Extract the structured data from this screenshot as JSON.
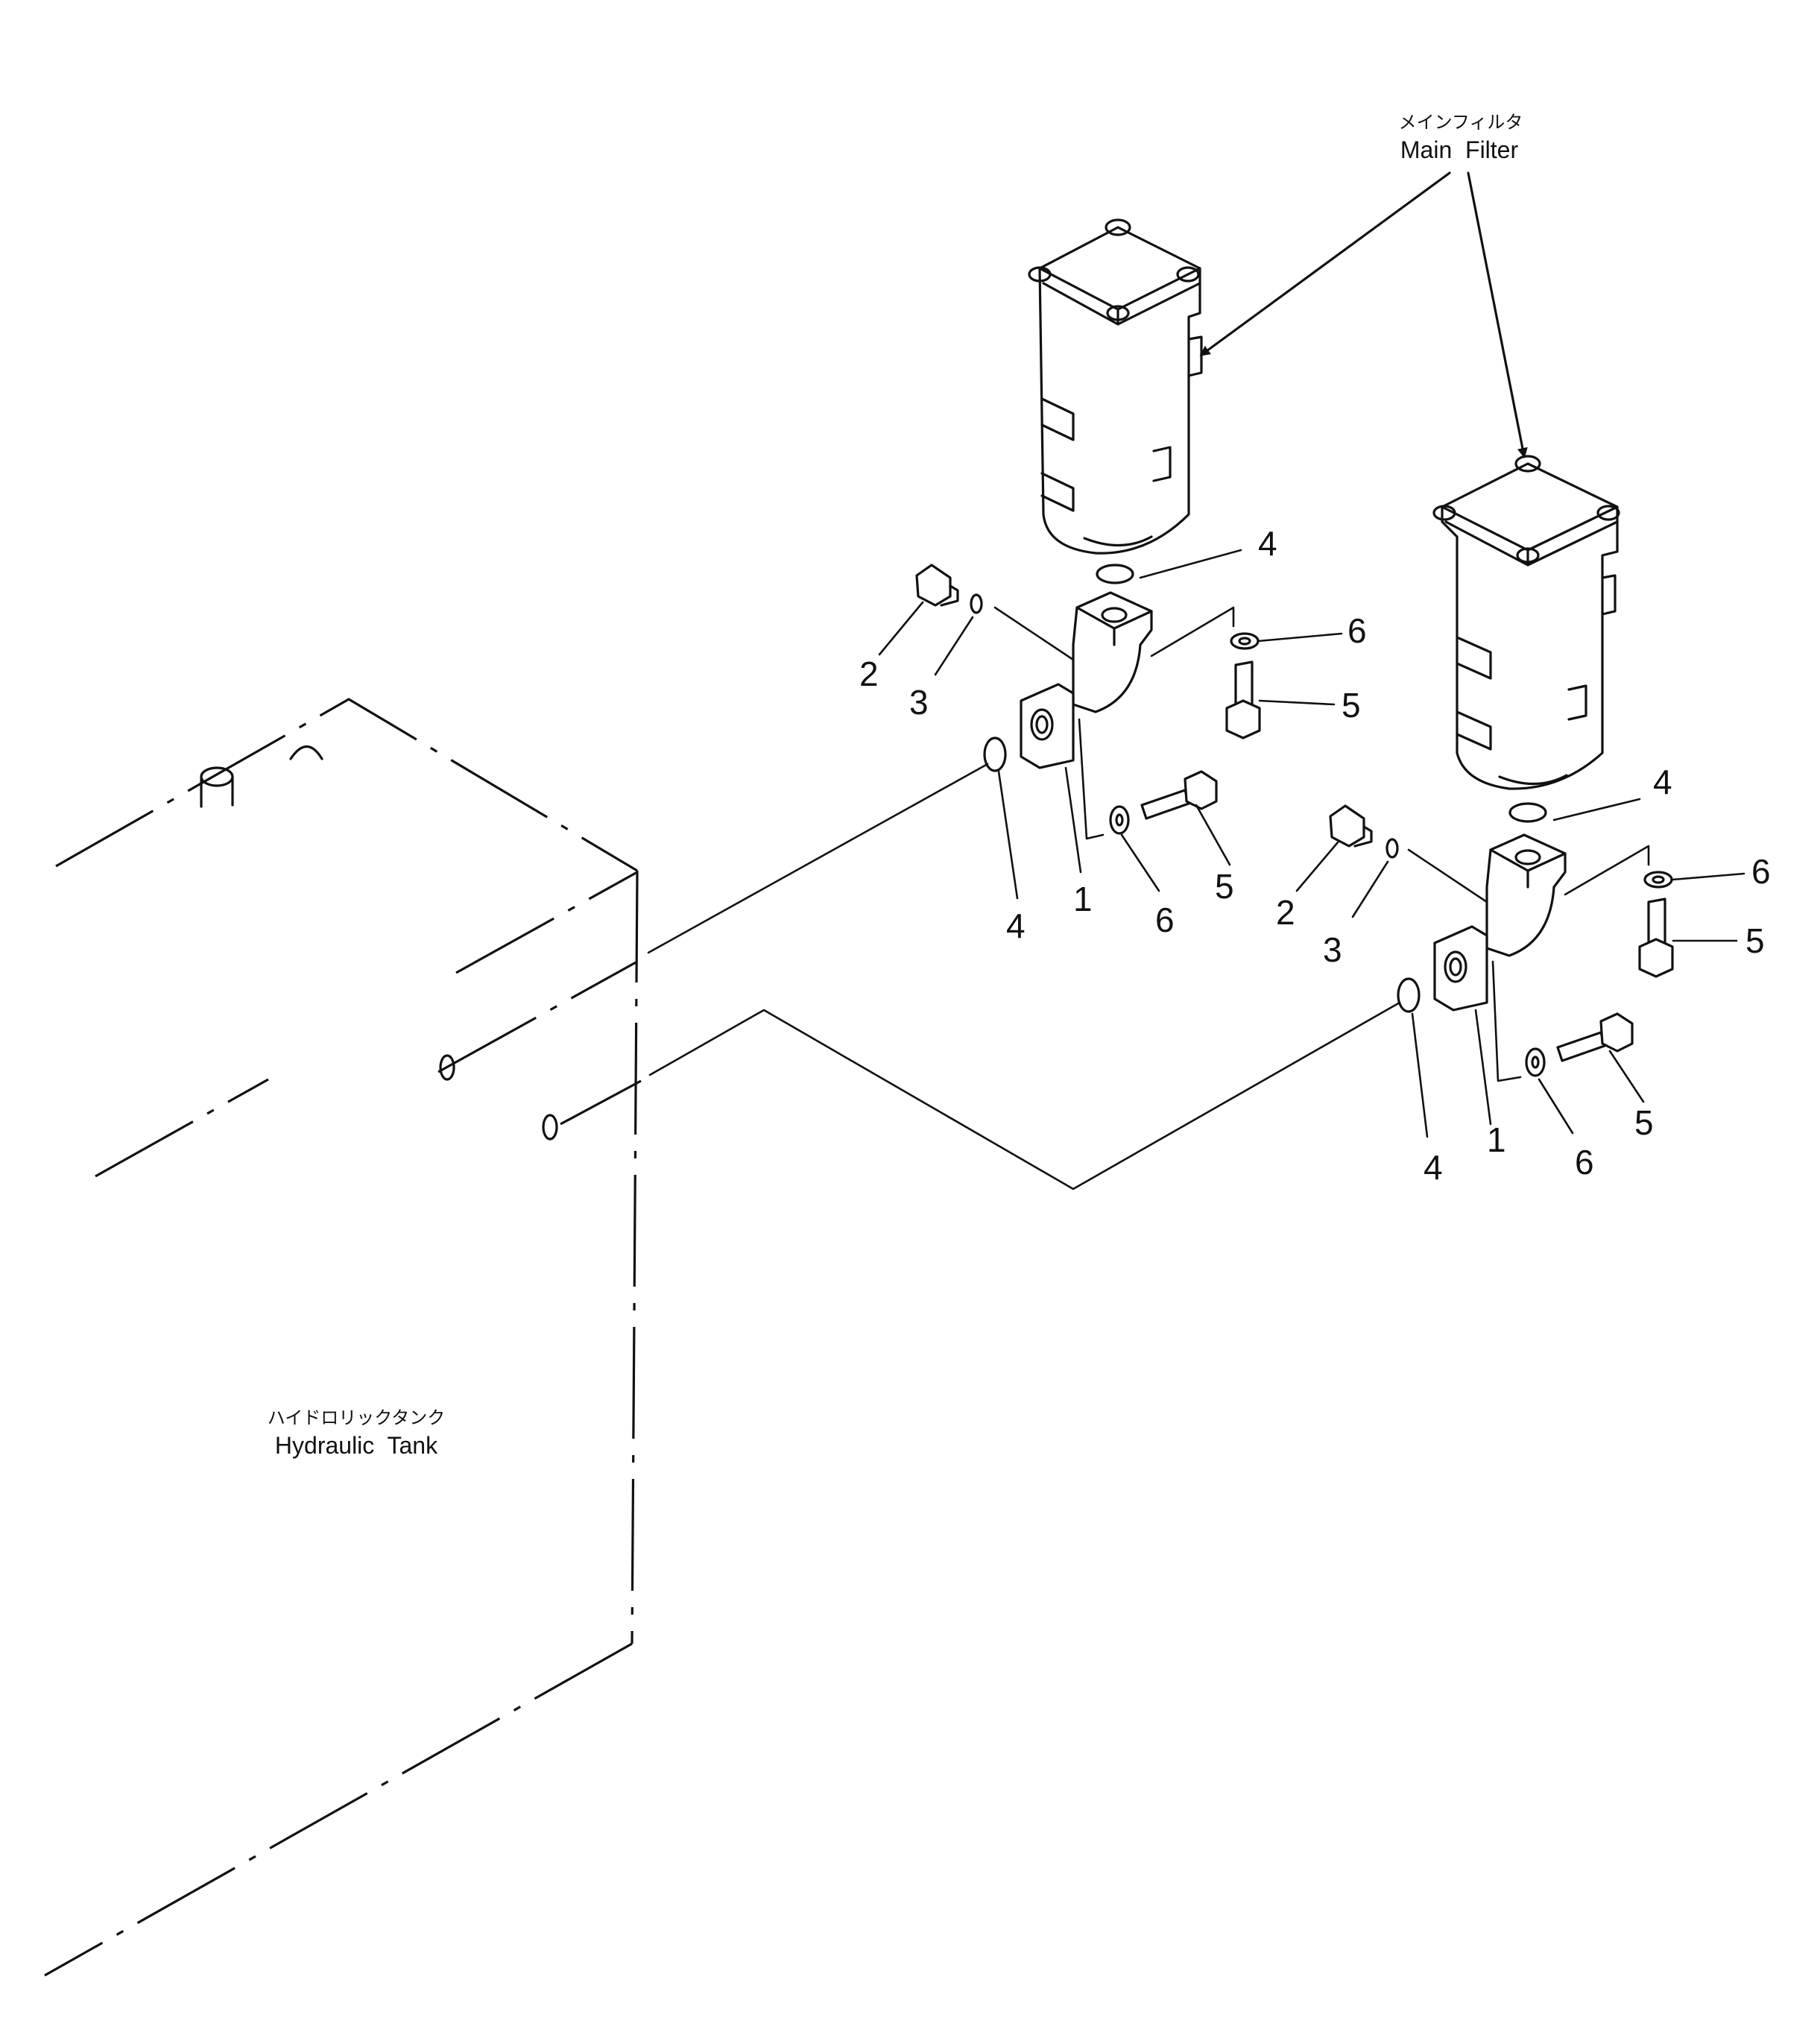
{
  "labels": {
    "main_filter_jp": "メインフィルタ",
    "main_filter_en": "Main  Filter",
    "tank_jp": "ハイドロリックタンク",
    "tank_en": "Hydraulic  Tank"
  },
  "callouts": {
    "left_group": {
      "p1": "1",
      "p2": "2",
      "p3": "3",
      "p4_top": "4",
      "p4_bottom": "4",
      "p5_right": "5",
      "p5_lower": "5",
      "p6_right": "6",
      "p6_lower": "6"
    },
    "right_group": {
      "p1": "1",
      "p2": "2",
      "p3": "3",
      "p4_top": "4",
      "p4_bottom": "4",
      "p5_right": "5",
      "p5_lower": "5",
      "p6_right": "6",
      "p6_lower": "6"
    }
  }
}
